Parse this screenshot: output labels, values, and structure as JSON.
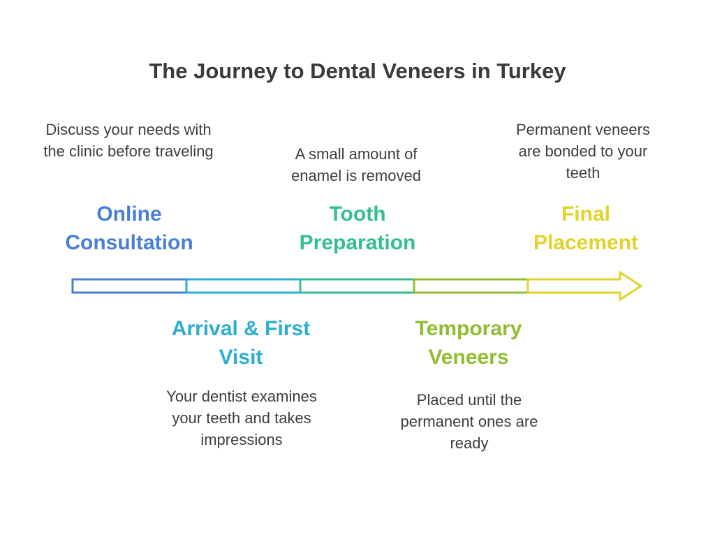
{
  "title": "The Journey to Dental Veneers in Turkey",
  "stages": [
    {
      "name": "Online Consultation",
      "description": "Discuss your needs with the clinic before traveling",
      "color": "#4a7fd6"
    },
    {
      "name": "Arrival & First Visit",
      "description": "Your dentist examines your teeth and takes impressions",
      "color": "#2aaed3"
    },
    {
      "name": "Tooth Preparation",
      "description": "A small amount of enamel is removed",
      "color": "#35bf8c"
    },
    {
      "name": "Temporary Veneers",
      "description": "Placed until the permanent ones are ready",
      "color": "#8fbe31"
    },
    {
      "name": "Final Placement",
      "description": "Permanent veneers are bonded to your teeth",
      "color": "#e2d22a"
    }
  ]
}
